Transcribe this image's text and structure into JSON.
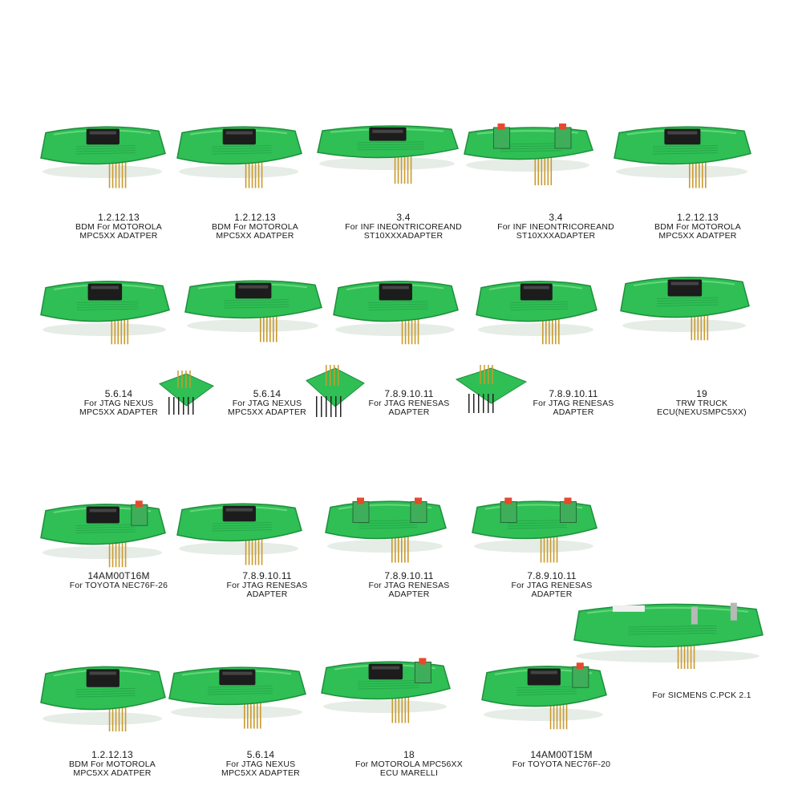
{
  "colors": {
    "pcb": "#2fbf55",
    "pcb_dark": "#1e8f3c",
    "pcb_light": "#7fe08f",
    "connector": "#1c1c1c",
    "pin": "#c99a2e",
    "terminal": "#3fae5a",
    "terminal_tab": "#e64a2e"
  },
  "items": [
    {
      "num": "1.2.12.13",
      "lines": [
        "BDM For MOTOROLA",
        "MPC5XX ADATPER"
      ],
      "pins": "down",
      "connector": "header"
    },
    {
      "num": "1.2.12.13",
      "lines": [
        "BDM For MOTOROLA",
        "MPC5XX ADATPER"
      ],
      "pins": "down",
      "connector": "header"
    },
    {
      "num": "3.4",
      "lines": [
        "For INF INEONTRICOREAND",
        "ST10XXXADAPTER"
      ],
      "pins": "down",
      "connector": "header"
    },
    {
      "num": "3.4",
      "lines": [
        "For INF INEONTRICOREAND",
        "ST10XXXADAPTER"
      ],
      "pins": "down",
      "connector": "terminals"
    },
    {
      "num": "1.2.12.13",
      "lines": [
        "BDM For MOTOROLA",
        "MPC5XX ADATPER"
      ],
      "pins": "down",
      "connector": "header"
    },
    {
      "num": "5.6.14",
      "lines": [
        "For JTAG NEXUS",
        "MPC5XX ADAPTER"
      ],
      "pins": "down",
      "connector": "header"
    },
    {
      "num": "5.6.14",
      "lines": [
        "For JTAG NEXUS",
        "MPC5XX ADAPTER"
      ],
      "pins": "down",
      "connector": "header"
    },
    {
      "num": "7.8.9.10.11",
      "lines": [
        "For JTAG RENESAS",
        "ADAPTER"
      ],
      "pins": "down",
      "connector": "header"
    },
    {
      "num": "7.8.9.10.11",
      "lines": [
        "For JTAG RENESAS",
        "ADAPTER"
      ],
      "pins": "down",
      "connector": "header"
    },
    {
      "num": "19",
      "lines": [
        "TRW TRUCK",
        "ECU(NEXUSMPC5XX)"
      ],
      "pins": "down",
      "connector": "header"
    },
    {
      "num": "14AM00T16M",
      "lines": [
        "For TOYOTA NEC76F-26"
      ],
      "pins": "down",
      "connector": "terminal-single"
    },
    {
      "num": "7.8.9.10.11",
      "lines": [
        "For JTAG RENESAS",
        "ADAPTER"
      ],
      "pins": "down",
      "connector": "header"
    },
    {
      "num": "7.8.9.10.11",
      "lines": [
        "For JTAG RENESAS",
        "ADAPTER"
      ],
      "pins": "down",
      "connector": "terminals"
    },
    {
      "num": "7.8.9.10.11",
      "lines": [
        "For JTAG RENESAS",
        "ADAPTER"
      ],
      "pins": "down",
      "connector": "terminals"
    },
    {
      "num": "1.2.12.13",
      "lines": [
        "BDM For MOTOROLA",
        "MPC5XX ADATPER"
      ],
      "pins": "down",
      "connector": "header"
    },
    {
      "num": "5.6.14",
      "lines": [
        "For JTAG NEXUS",
        "MPC5XX ADAPTER"
      ],
      "pins": "down",
      "connector": "header"
    },
    {
      "num": "18",
      "lines": [
        "For MOTOROLA MPC56XX",
        "ECU MARELLI"
      ],
      "pins": "down",
      "connector": "terminal-single"
    },
    {
      "num": "14AM00T15M",
      "lines": [
        "For TOYOTA NEC76F-20"
      ],
      "pins": "down",
      "connector": "terminal-single"
    },
    {
      "num": "",
      "lines": [
        "For SICMENS C.PCK 2.1"
      ],
      "pins": "down",
      "connector": "none"
    }
  ]
}
